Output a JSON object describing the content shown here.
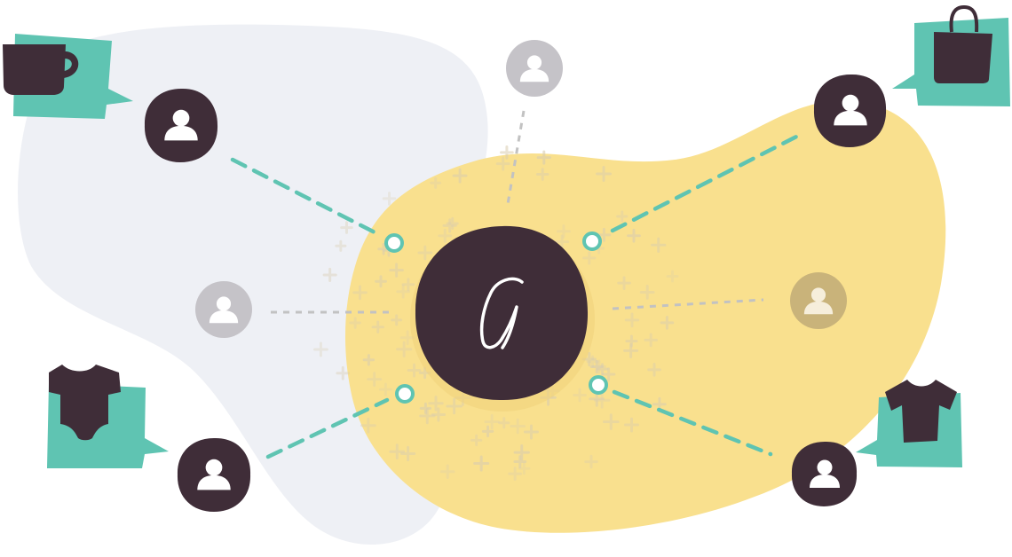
{
  "colors": {
    "background": "#ffffff",
    "grey_blob": "#eef0f5",
    "yellow_blob": "#f9e08e",
    "accent": "#5fc4b2",
    "dark": "#3f2d38",
    "inactive_user": "#c5c3c8",
    "faded_user": "#c9b37a",
    "dashed_inactive": "#c2c2c2",
    "icon_white": "#ffffff"
  },
  "hub": {
    "letter": "G",
    "icon": "script-g-logo"
  },
  "active_users": [
    {
      "id": "top-left",
      "product": "mug",
      "product_icon": "mug-icon"
    },
    {
      "id": "top-right",
      "product": "tote-bag",
      "product_icon": "shopping-bag-icon"
    },
    {
      "id": "bottom-left",
      "product": "baby-onesie",
      "product_icon": "onesie-icon"
    },
    {
      "id": "bottom-right",
      "product": "t-shirt",
      "product_icon": "tshirt-icon"
    }
  ],
  "inactive_users": [
    {
      "id": "top-center"
    },
    {
      "id": "left-middle"
    },
    {
      "id": "right-middle"
    }
  ]
}
